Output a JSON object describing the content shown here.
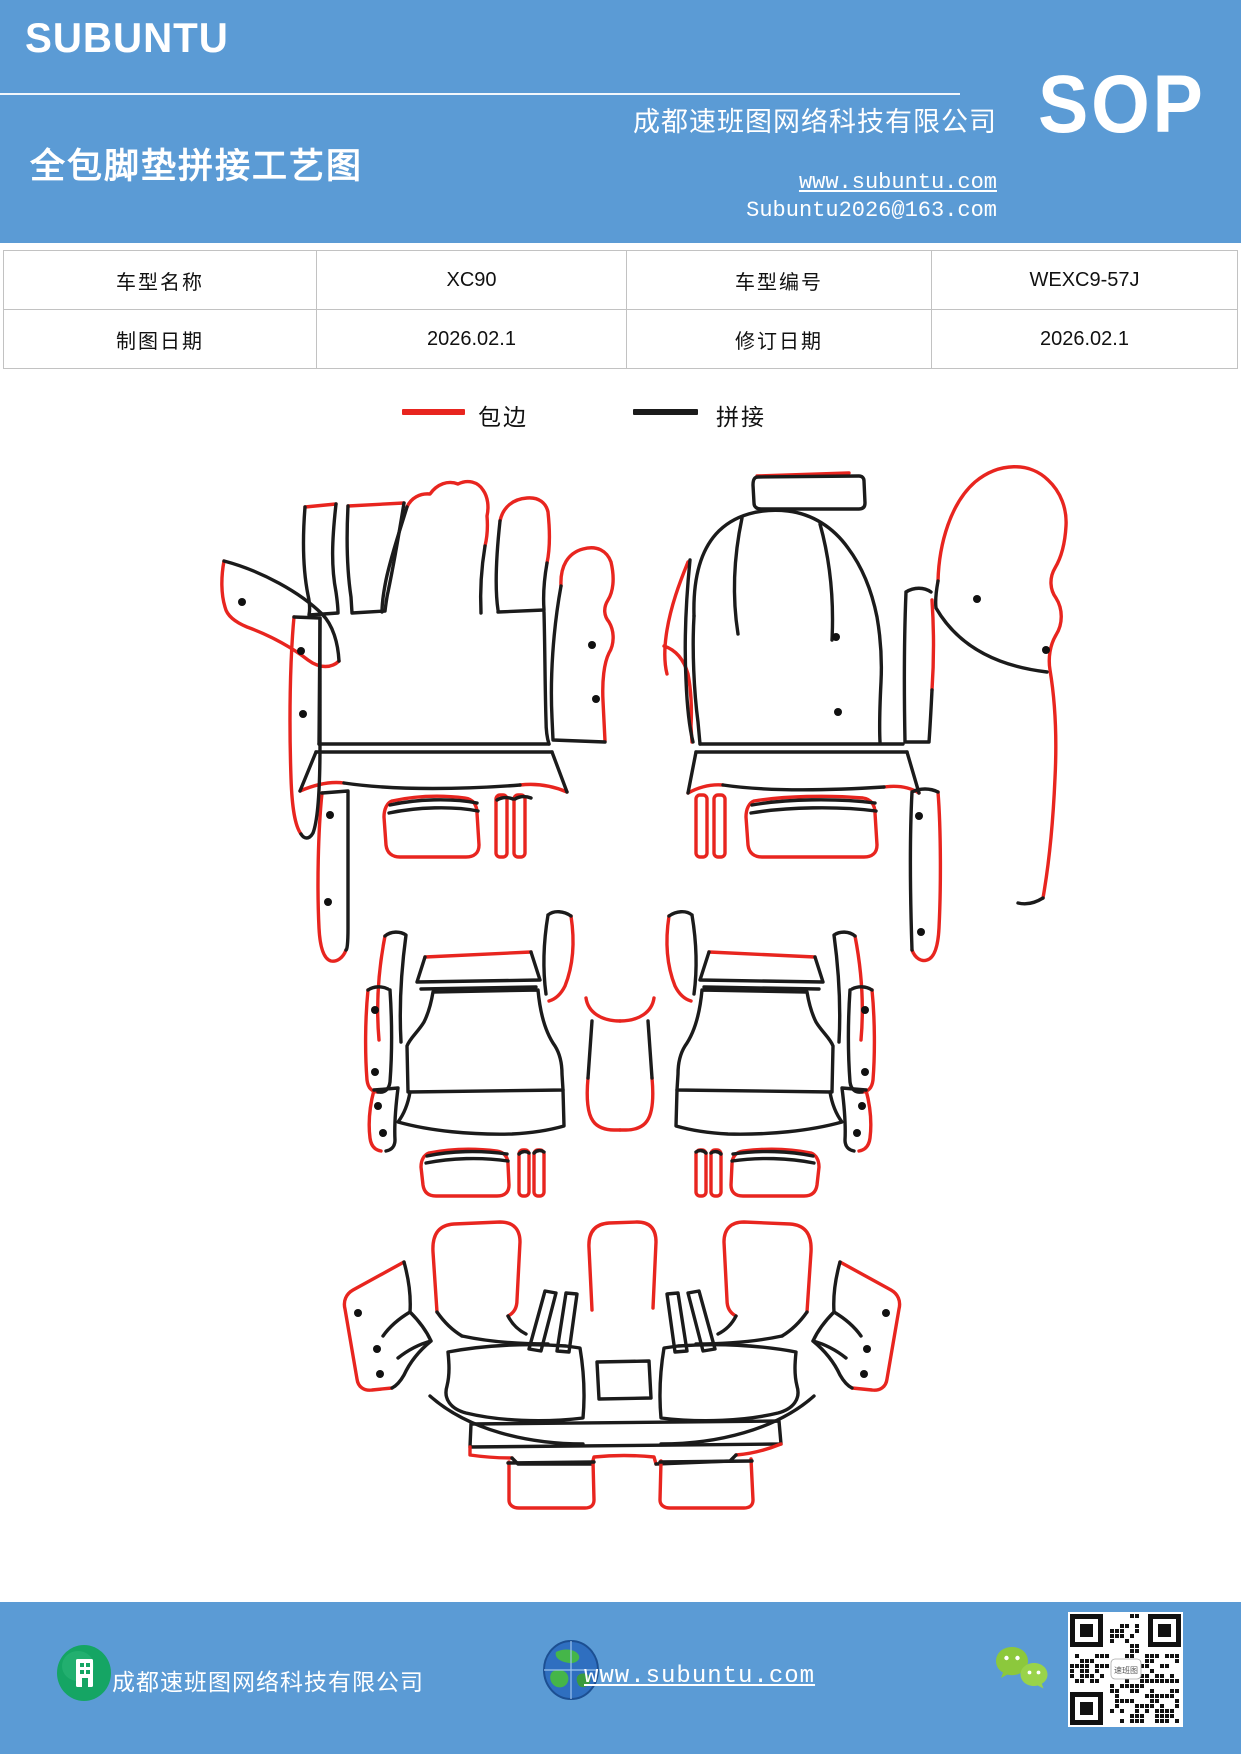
{
  "header": {
    "brand": "SUBUNTU",
    "title": "全包脚垫拼接工艺图",
    "company": "成都速班图网络科技有限公司",
    "website": "www.subuntu.com",
    "email": "Subuntu2026@163.com",
    "badge": "SOP"
  },
  "info_table": {
    "rows": [
      {
        "label1": "车型名称",
        "value1": "XC90",
        "label2": "车型编号",
        "value2": "WEXC9-57J"
      },
      {
        "label1": "制图日期",
        "value1": "2026.02.1",
        "label2": "修订日期",
        "value2": "2026.02.1"
      }
    ]
  },
  "legend": {
    "edge_label": "包边",
    "seam_label": "拼接",
    "edge_color": "#e8251f",
    "seam_color": "#1b1b1b"
  },
  "footer": {
    "company": "成都速班图网络科技有限公司",
    "website": "www.subuntu.com"
  },
  "colors": {
    "header_blue": "#5b9bd5",
    "footer_blue": "#5b9bd5",
    "edge_red": "#e8251f",
    "seam_black": "#1b1b1b",
    "wechat_green": "#8cc83c",
    "building_green": "#15a564"
  }
}
